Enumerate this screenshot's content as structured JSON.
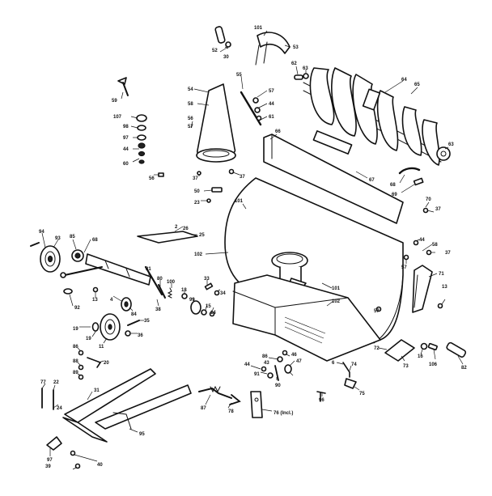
{
  "labels": [
    {
      "id": "n101a",
      "text": "101"
    },
    {
      "id": "n53",
      "text": "53"
    },
    {
      "id": "n52a",
      "text": "52"
    },
    {
      "id": "n30a",
      "text": "30"
    },
    {
      "id": "n62",
      "text": "62"
    },
    {
      "id": "n63a",
      "text": "63"
    },
    {
      "id": "n64",
      "text": "64"
    },
    {
      "id": "n65",
      "text": "65"
    },
    {
      "id": "n55",
      "text": "55"
    },
    {
      "id": "n54",
      "text": "54"
    },
    {
      "id": "n57a",
      "text": "57"
    },
    {
      "id": "n58",
      "text": "58"
    },
    {
      "id": "n44a",
      "text": "44"
    },
    {
      "id": "n61",
      "text": "61"
    },
    {
      "id": "n56a",
      "text": "56"
    },
    {
      "id": "n57b",
      "text": "57"
    },
    {
      "id": "n59",
      "text": "59"
    },
    {
      "id": "n107",
      "text": "107"
    },
    {
      "id": "n98",
      "text": "98"
    },
    {
      "id": "n97",
      "text": "97"
    },
    {
      "id": "n44b",
      "text": "44"
    },
    {
      "id": "n60",
      "text": "60"
    },
    {
      "id": "n56b",
      "text": "56"
    },
    {
      "id": "n66",
      "text": "66"
    },
    {
      "id": "n67",
      "text": "67"
    },
    {
      "id": "n63b",
      "text": "63"
    },
    {
      "id": "n68",
      "text": "68"
    },
    {
      "id": "n69",
      "text": "69"
    },
    {
      "id": "n37a",
      "text": "37"
    },
    {
      "id": "n37b",
      "text": "37"
    },
    {
      "id": "n50",
      "text": "50"
    },
    {
      "id": "n23",
      "text": "23"
    },
    {
      "id": "n101b",
      "text": "101"
    },
    {
      "id": "n70",
      "text": "70"
    },
    {
      "id": "n37c",
      "text": "37"
    },
    {
      "id": "n2",
      "text": "2"
    },
    {
      "id": "n26",
      "text": "26"
    },
    {
      "id": "n25",
      "text": "25"
    },
    {
      "id": "n94",
      "text": "94"
    },
    {
      "id": "n93",
      "text": "93"
    },
    {
      "id": "n85",
      "text": "85"
    },
    {
      "id": "n68b",
      "text": "68"
    },
    {
      "id": "n102a",
      "text": "102"
    },
    {
      "id": "n44c",
      "text": "44"
    },
    {
      "id": "n58b",
      "text": "58"
    },
    {
      "id": "n37d",
      "text": "37"
    },
    {
      "id": "n71",
      "text": "71"
    },
    {
      "id": "n57c",
      "text": "57"
    },
    {
      "id": "n13a",
      "text": "13"
    },
    {
      "id": "n81",
      "text": "81"
    },
    {
      "id": "n80",
      "text": "80"
    },
    {
      "id": "n100",
      "text": "100"
    },
    {
      "id": "n18",
      "text": "18"
    },
    {
      "id": "n33",
      "text": "33"
    },
    {
      "id": "n34a",
      "text": "34"
    },
    {
      "id": "n92",
      "text": "92"
    },
    {
      "id": "n13b",
      "text": "13"
    },
    {
      "id": "n4",
      "text": "4"
    },
    {
      "id": "n84",
      "text": "84"
    },
    {
      "id": "n38",
      "text": "38"
    },
    {
      "id": "n99",
      "text": "99"
    },
    {
      "id": "n15",
      "text": "15"
    },
    {
      "id": "n14",
      "text": "14"
    },
    {
      "id": "n101c",
      "text": "101"
    },
    {
      "id": "n102b",
      "text": "102"
    },
    {
      "id": "n57d",
      "text": "57"
    },
    {
      "id": "n19a",
      "text": "19"
    },
    {
      "id": "n19b",
      "text": "19"
    },
    {
      "id": "n35",
      "text": "35"
    },
    {
      "id": "n36",
      "text": "36"
    },
    {
      "id": "n11",
      "text": "11"
    },
    {
      "id": "n20",
      "text": "20"
    },
    {
      "id": "n86a",
      "text": "86"
    },
    {
      "id": "n88",
      "text": "88"
    },
    {
      "id": "n89",
      "text": "89"
    },
    {
      "id": "n72",
      "text": "72"
    },
    {
      "id": "n73",
      "text": "73"
    },
    {
      "id": "n16",
      "text": "16"
    },
    {
      "id": "n106",
      "text": "106"
    },
    {
      "id": "n82",
      "text": "82"
    },
    {
      "id": "n44d",
      "text": "44"
    },
    {
      "id": "n86b",
      "text": "86"
    },
    {
      "id": "n43",
      "text": "43"
    },
    {
      "id": "n91",
      "text": "91"
    },
    {
      "id": "n90",
      "text": "90"
    },
    {
      "id": "n46",
      "text": "46"
    },
    {
      "id": "n47",
      "text": "47"
    },
    {
      "id": "n6",
      "text": "6"
    },
    {
      "id": "n74",
      "text": "74"
    },
    {
      "id": "n75",
      "text": "75"
    },
    {
      "id": "n77",
      "text": "77"
    },
    {
      "id": "n22",
      "text": "22"
    },
    {
      "id": "n24",
      "text": "24"
    },
    {
      "id": "n31",
      "text": "31"
    },
    {
      "id": "n87",
      "text": "87"
    },
    {
      "id": "n78",
      "text": "78"
    },
    {
      "id": "n76",
      "text": "76 (Incl.)"
    },
    {
      "id": "n96",
      "text": "96"
    },
    {
      "id": "n97b",
      "text": "97"
    },
    {
      "id": "n39",
      "text": "39"
    },
    {
      "id": "n40",
      "text": "40"
    },
    {
      "id": "n95",
      "text": "95"
    }
  ]
}
